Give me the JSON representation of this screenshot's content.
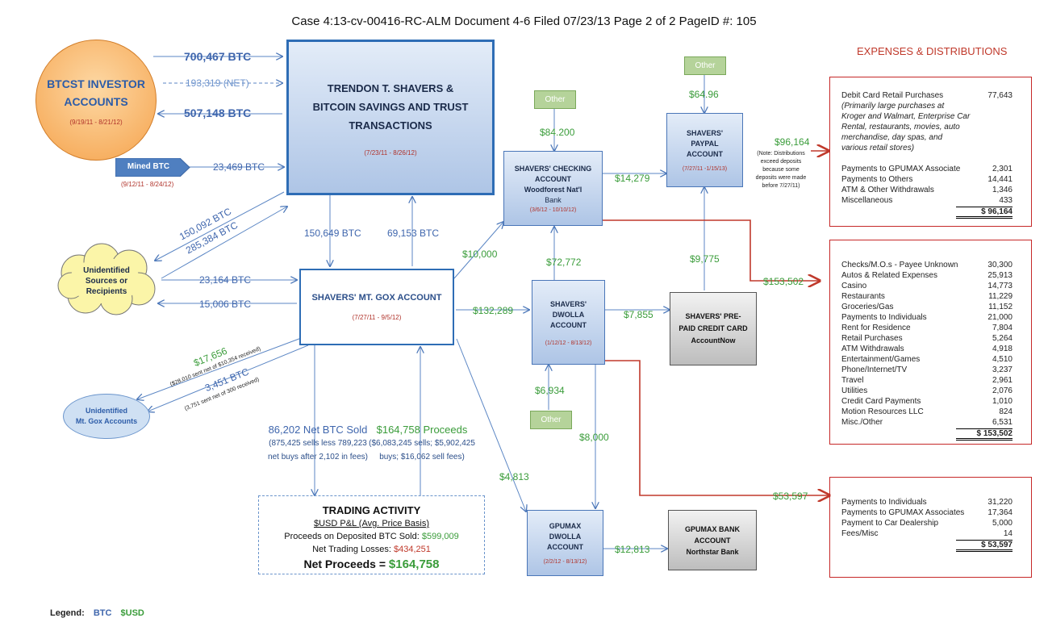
{
  "header": {
    "text": "Case 4:13-cv-00416-RC-ALM   Document 4-6    Filed 07/23/13   Page 2 of 2 PageID #:  105"
  },
  "colors": {
    "btc": "#3f66ad",
    "usd": "#3a9c3a",
    "red": "#c0392b",
    "box_border": "#4a76b8"
  },
  "investor": {
    "title1": "BTCST INVESTOR",
    "title2": "ACCOUNTS",
    "dates": "(9/19/11 - 8/21/12)"
  },
  "flows_investor": {
    "in": "700,467 BTC",
    "net": "193,319 (NET)",
    "out": "507,148 BTC"
  },
  "mined": {
    "label": "Mined BTC",
    "dates": "(9/12/11 - 8/24/12)",
    "amount": "23,469 BTC"
  },
  "main": {
    "line1": "TRENDON T. SHAVERS &",
    "line2": "BITCOIN SAVINGS AND TRUST",
    "line3": "TRANSACTIONS",
    "dates": "(7/23/11 - 8/26/12)"
  },
  "unidentified_sources": {
    "line1": "Unidentified",
    "line2": "Sources or",
    "line3": "Recipients"
  },
  "diag_flows": {
    "a": "150,092 BTC",
    "b": "285,384 BTC"
  },
  "src_flows": {
    "in": "23,164 BTC",
    "out": "15,006 BTC"
  },
  "main_gox": {
    "down": "150,649 BTC",
    "up": "69,153 BTC"
  },
  "gox": {
    "title": "SHAVERS' MT. GOX ACCOUNT",
    "dates": "(7/27/11 - 9/5/12)"
  },
  "gox_accounts": {
    "line1": "Unidentified",
    "line2": "Mt. Gox Accounts"
  },
  "gox_out": {
    "usd": "$17,656",
    "usd_note": "($28,010 sent net of $10,354 received)",
    "btc": "3,451 BTC",
    "btc_note": "(3,751 sent net of 300 received)"
  },
  "sold": {
    "title": "86,202 Net BTC Sold",
    "l1": "(875,425 sells less 789,223",
    "l2": "net buys after 2,102 in fees)"
  },
  "proceeds": {
    "title": "$164,758 Proceeds",
    "l1": "($6,083,245 sells; $5,902,425",
    "l2": "buys; $16,062 sell fees)"
  },
  "trading": {
    "title": "TRADING ACTIVITY",
    "subtitle": "$USD P&L (Avg. Price Basis)",
    "p_label": "Proceeds on Deposited BTC Sold: ",
    "p_value": "$599,009",
    "l_label": "Net Trading Losses: ",
    "l_value": "$434,251",
    "n_label": "Net Proceeds = ",
    "n_value": "$164,758"
  },
  "checking": {
    "l1": "SHAVERS' CHECKING",
    "l2": "ACCOUNT",
    "l3": "Woodforest  Nat'l",
    "l4": "Bank",
    "dates": "(3/6/12 - 10/10/12)"
  },
  "paypal": {
    "l1": "SHAVERS'",
    "l2": "PAYPAL",
    "l3": "ACCOUNT",
    "dates": "(7/27/11 -1/15/13)"
  },
  "dwolla": {
    "l1": "SHAVERS'",
    "l2": "DWOLLA",
    "l3": "ACCOUNT",
    "dates": "(1/12/12 - 8/13/12)"
  },
  "prepaid": {
    "l1": "SHAVERS' PRE-",
    "l2": "PAID CREDIT CARD",
    "l3": "AccountNow"
  },
  "gpumax": {
    "l1": "GPUMAX",
    "l2": "DWOLLA",
    "l3": "ACCOUNT",
    "dates": "(2/2/12 - 8/13/12)"
  },
  "gpubank": {
    "l1": "GPUMAX  BANK",
    "l2": "ACCOUNT",
    "l3": "Northstar Bank"
  },
  "other_label": "Other",
  "usd_flows": {
    "other_checking": "$84.200",
    "other_paypal": "$64.96",
    "gox_checking": "$10,000",
    "checking_paypal": "$14,279",
    "dwolla_checking": "$72,772",
    "prepaid_paypal": "$9,775",
    "gox_dwolla": "$132,289",
    "dwolla_prepaid": "$7,855",
    "other_dwolla": "$6,934",
    "dwolla_gpumax": "$8,000",
    "gox_gpumax": "$4,813",
    "gpumax_bank": "$12,813"
  },
  "paypal_out": {
    "amount": "$96,164",
    "n1": "(Note: Distributions",
    "n2": "exceed deposits",
    "n3": "because some",
    "n4": "deposits were made",
    "n5": "before 7/27/11)"
  },
  "checking_out": "$153,502",
  "dwolla_out": "$53,597",
  "expenses": {
    "title": "EXPENSES & DISTRIBUTIONS",
    "box1": {
      "first_label": "Debit Card Retail Purchases",
      "first_value": "77,643",
      "note": "(Primarily large purchases at Kroger and Walmart, Enterprise Car Rental, restaurants, movies, auto merchandise, day spas, and various retail stores)",
      "rows": [
        {
          "label": "Payments to GPUMAX Associate",
          "value": "2,301"
        },
        {
          "label": "Payments to Others",
          "value": "14,441"
        },
        {
          "label": "ATM & Other Withdrawals",
          "value": "1,346"
        },
        {
          "label": "Miscellaneous",
          "value": "433"
        }
      ],
      "total": "$ 96,164"
    },
    "box2": {
      "rows": [
        {
          "label": "Checks/M.O.s - Payee Unknown",
          "value": "30,300"
        },
        {
          "label": "Autos & Related Expenses",
          "value": "25,913"
        },
        {
          "label": "Casino",
          "value": "14,773"
        },
        {
          "label": "Restaurants",
          "value": "11,229"
        },
        {
          "label": "Groceries/Gas",
          "value": "11,152"
        },
        {
          "label": "Payments to Individuals",
          "value": "21,000"
        },
        {
          "label": "Rent for Residence",
          "value": "7,804"
        },
        {
          "label": "Retail Purchases",
          "value": "5,264"
        },
        {
          "label": "ATM Withdrawals",
          "value": "4,918"
        },
        {
          "label": "Entertainment/Games",
          "value": "4,510"
        },
        {
          "label": "Phone/Internet/TV",
          "value": "3,237"
        },
        {
          "label": "Travel",
          "value": "2,961"
        },
        {
          "label": "Utilities",
          "value": "2,076"
        },
        {
          "label": "Credit Card Payments",
          "value": "1,010"
        },
        {
          "label": "Motion Resources LLC",
          "value": "824"
        },
        {
          "label": "Misc./Other",
          "value": "6,531"
        }
      ],
      "total": "$ 153,502"
    },
    "box3": {
      "rows": [
        {
          "label": "Payments to Individuals",
          "value": "31,220"
        },
        {
          "label": "Payments to GPUMAX Associates",
          "value": "17,364"
        },
        {
          "label": "Payment to Car Dealership",
          "value": "5,000"
        },
        {
          "label": "Fees/Misc",
          "value": "14"
        }
      ],
      "total": "$   53,597"
    }
  },
  "legend": {
    "label": "Legend:",
    "btc": "BTC",
    "usd": "$USD"
  }
}
